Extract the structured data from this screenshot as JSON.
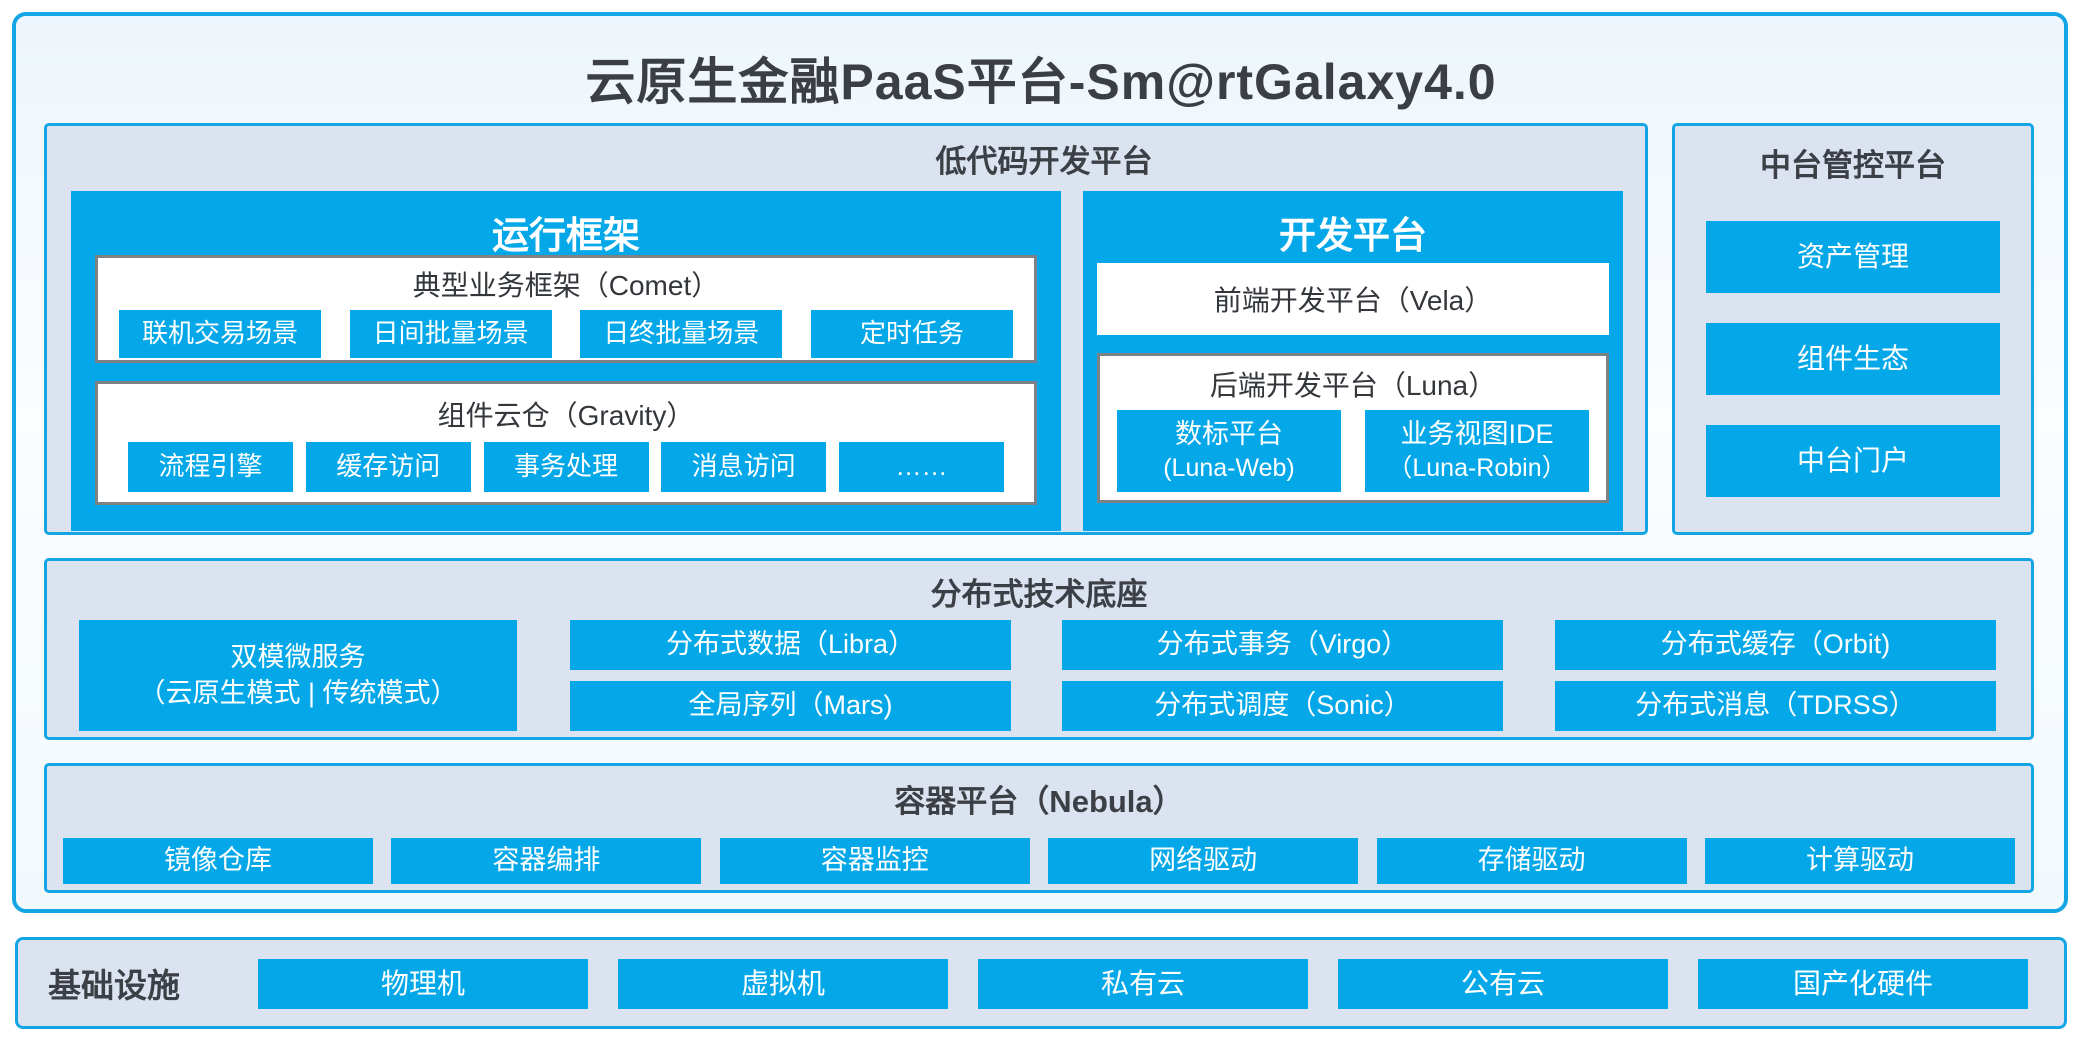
{
  "title": "云原生金融PaaS平台-Sm@rtGalaxy4.0",
  "colors": {
    "primary_blue": "#04a8e8",
    "border_cyan": "#14a6e4",
    "panel_background": "#dce3f0",
    "white_box_border": "#7d8287",
    "dark_text": "#3c4046",
    "white_text": "#ffffff"
  },
  "lowcode": {
    "title": "低代码开发平台",
    "runtime": {
      "title": "运行框架",
      "comet": {
        "title": "典型业务框架（Comet）",
        "items": [
          "联机交易场景",
          "日间批量场景",
          "日终批量场景",
          "定时任务"
        ]
      },
      "gravity": {
        "title": "组件云仓（Gravity）",
        "items": [
          "流程引擎",
          "缓存访问",
          "事务处理",
          "消息访问",
          "……"
        ]
      }
    },
    "devplatform": {
      "title": "开发平台",
      "vela": "前端开发平台（Vela）",
      "luna": {
        "title": "后端开发平台（Luna）",
        "items": [
          {
            "name": "数标平台",
            "sub": "(Luna-Web)"
          },
          {
            "name": "业务视图IDE",
            "sub": "（Luna-Robin）"
          }
        ]
      }
    }
  },
  "midplatform": {
    "title": "中台管控平台",
    "items": [
      "资产管理",
      "组件生态",
      "中台门户"
    ]
  },
  "distributed": {
    "title": "分布式技术底座",
    "dual_mode": {
      "name": "双模微服务",
      "sub": "（云原生模式 | 传统模式）"
    },
    "grid": [
      "分布式数据（Libra）",
      "分布式事务（Virgo）",
      "分布式缓存（Orbit)",
      "全局序列（Mars)",
      "分布式调度（Sonic）",
      "分布式消息（TDRSS）"
    ]
  },
  "container_platform": {
    "title": "容器平台（Nebula）",
    "items": [
      "镜像仓库",
      "容器编排",
      "容器监控",
      "网络驱动",
      "存储驱动",
      "计算驱动"
    ]
  },
  "infrastructure": {
    "title": "基础设施",
    "items": [
      "物理机",
      "虚拟机",
      "私有云",
      "公有云",
      "国产化硬件"
    ]
  }
}
